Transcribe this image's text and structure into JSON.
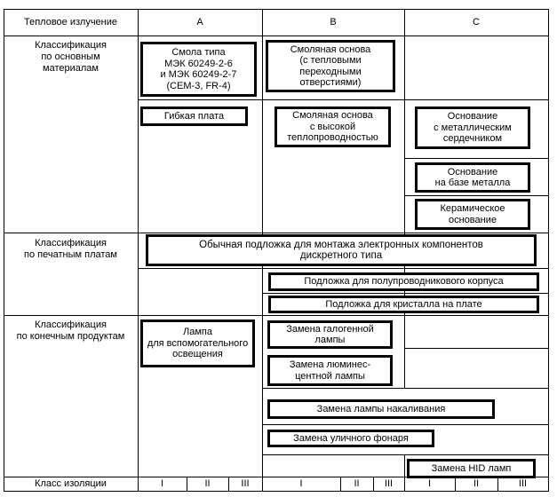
{
  "header": {
    "col0": "Тепловое излучение",
    "colA": "A",
    "colB": "B",
    "colC": "C"
  },
  "rows": {
    "materials": "Классификация\nпо основным\nматериалам",
    "pcb": "Классификация\nпо печатным платам",
    "products": "Классификация\nпо конечным продуктам",
    "insulation": "Класс изоляции"
  },
  "materials": {
    "resin": "Смола типа\nМЭК 60249-2-6\nи МЭК 60249-2-7\n(CEM-3, FR-4)",
    "resin_base": "Смоляная основа\n(с тепловыми\nпереходными\nотверстиями)",
    "flex": "Гибкая плата",
    "resin_high": "Смоляная основа\nс высокой\nтеплопроводностью",
    "metal_core": "Основание\nс металлическим\nсердечником",
    "metal_base": "Основание\nна базе металла",
    "ceramic": "Керамическое\nоснование"
  },
  "pcb": {
    "discrete": "Обычная подложка для монтажа электронных компонентов\nдискретного типа",
    "semi": "Подложка для полупроводникового корпуса",
    "chip": "Подложка для кристалла на плате"
  },
  "products": {
    "aux": "Лампа\nдля вспомогательного\nосвещения",
    "halogen": "Замена галогенной\nлампы",
    "fluor": "Замена люминес-\nцентной лампы",
    "incand": "Замена лампы накаливания",
    "street": "Замена уличного фонаря",
    "hid": "Замена HID ламп"
  },
  "insulation_classes": [
    "I",
    "II",
    "III",
    "I",
    "II",
    "III",
    "I",
    "II",
    "III"
  ]
}
